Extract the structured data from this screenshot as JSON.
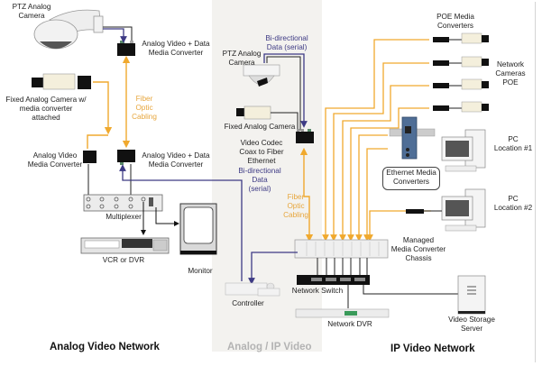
{
  "colors": {
    "fiber": "#f0a92e",
    "data_link": "#3d3a84",
    "coax": "#222222",
    "middle_panel": "#f3f2ef"
  },
  "sections": {
    "analog": "Analog Video Network",
    "hybrid": "Analog / IP Video",
    "ip": "IP Video Network"
  },
  "analog": {
    "ptz_camera": "PTZ Analog\nCamera",
    "converter_top": "Analog Video + Data\nMedia Converter",
    "fixed_camera": "Fixed Analog Camera w/\nmedia converter attached",
    "fiber_label": "Fiber\nOptic\nCabling",
    "video_converter": "Analog Video\nMedia Converter",
    "converter_bottom": "Analog Video + Data\nMedia Converter",
    "multiplexer": "Multiplexer",
    "vcr": "VCR or DVR",
    "monitor": "Monitor"
  },
  "hybrid": {
    "bidir_top": "Bi-directional\nData (serial)",
    "ptz_camera": "PTZ Analog\nCamera",
    "fixed_camera": "Fixed Analog Camera",
    "codec": "Video Codec\nCoax to Fiber Ethernet",
    "bidir_bottom": "Bi-directional\nData\n(serial)",
    "fiber_label": "Fiber\nOptic\nCabling",
    "controller": "Controller",
    "network_switch": "Network Switch",
    "network_dvr": "Network DVR"
  },
  "ip": {
    "poe_converters": "POE Media\nConverters",
    "network_cameras": "Network\nCameras\nPOE",
    "pc1": "PC\nLocation #1",
    "ethernet_converters": "Ethernet Media\nConverters",
    "pc2": "PC\nLocation #2",
    "chassis": "Managed\nMedia Converter\nChassis",
    "storage": "Video Storage\nServer"
  }
}
